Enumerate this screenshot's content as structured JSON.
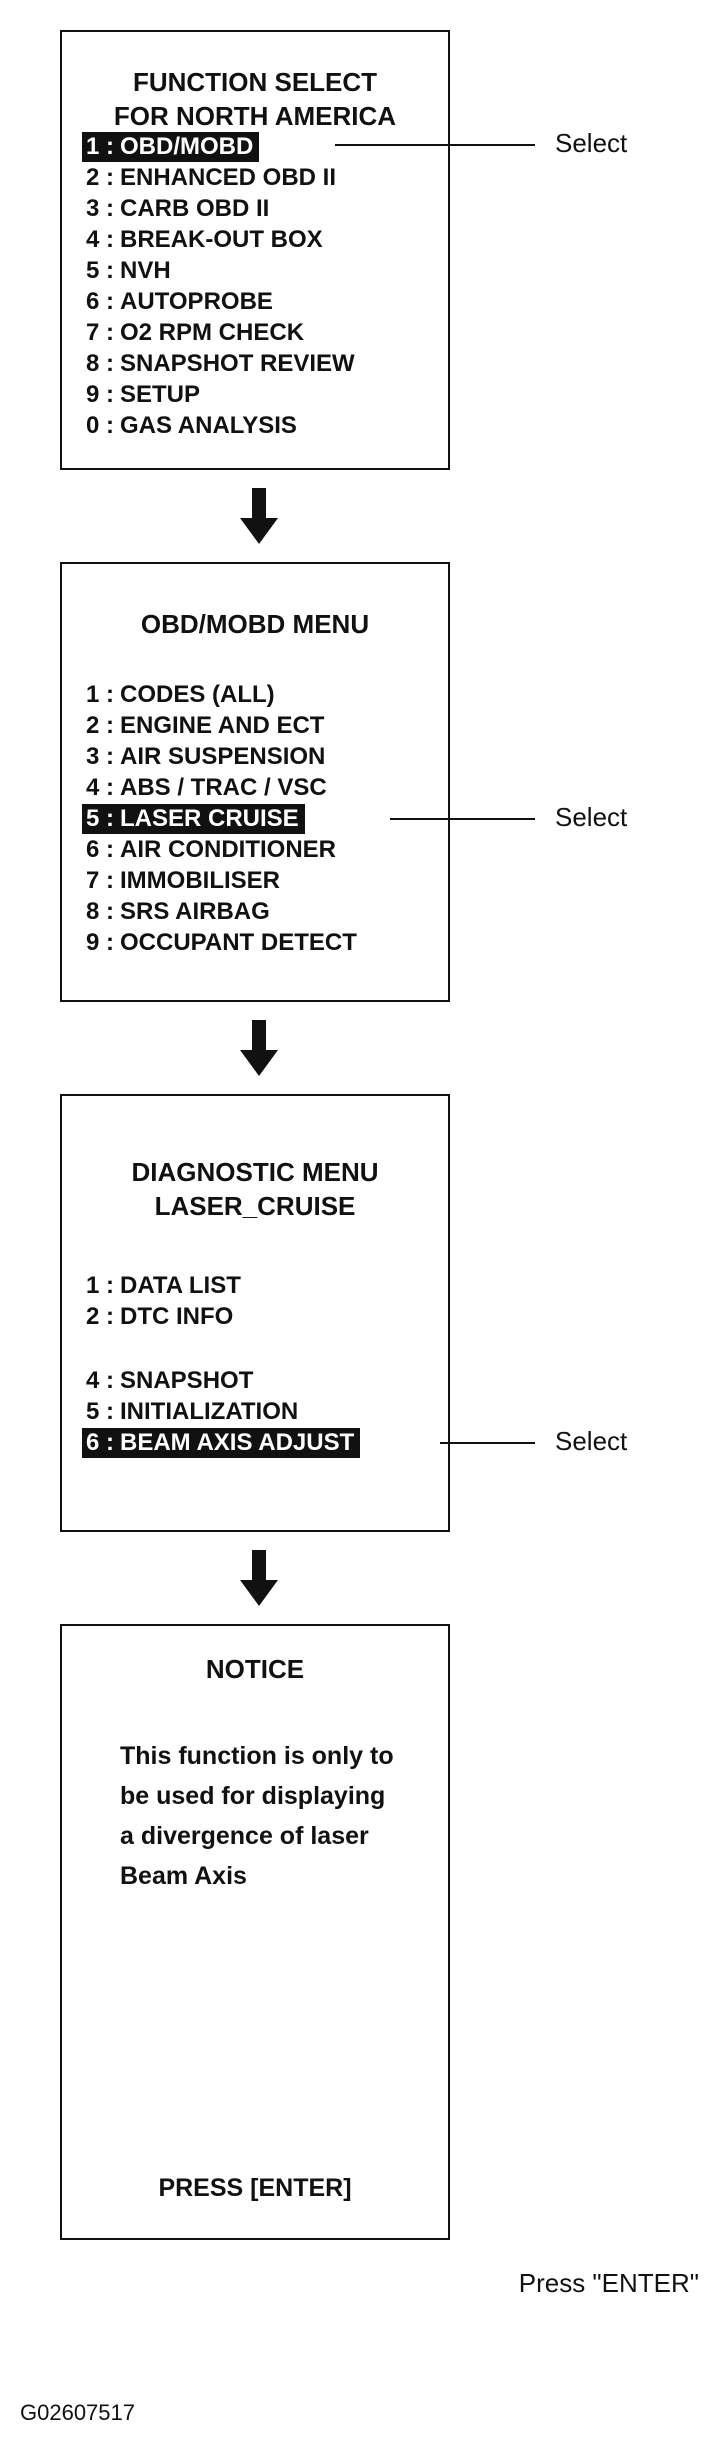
{
  "panel1": {
    "title_lines": [
      "FUNCTION SELECT",
      "FOR NORTH AMERICA"
    ],
    "items": [
      {
        "num": "1 :",
        "label": "OBD/MOBD"
      },
      {
        "num": "2 :",
        "label": "ENHANCED OBD II"
      },
      {
        "num": "3 :",
        "label": "CARB OBD II"
      },
      {
        "num": "4 :",
        "label": "BREAK-OUT BOX"
      },
      {
        "num": "5 :",
        "label": "NVH"
      },
      {
        "num": "6 :",
        "label": "AUTOPROBE"
      },
      {
        "num": "7 :",
        "label": "O2 RPM CHECK"
      },
      {
        "num": "8 :",
        "label": "SNAPSHOT REVIEW"
      },
      {
        "num": "9 :",
        "label": "SETUP"
      },
      {
        "num": "0 :",
        "label": "GAS ANALYSIS"
      }
    ],
    "selected_index": 0,
    "callout": "Select"
  },
  "panel2": {
    "title_lines": [
      "OBD/MOBD MENU"
    ],
    "items": [
      {
        "num": "1 :",
        "label": "CODES (ALL)"
      },
      {
        "num": "2 :",
        "label": "ENGINE AND ECT"
      },
      {
        "num": "3 :",
        "label": "AIR SUSPENSION"
      },
      {
        "num": "4 :",
        "label": "ABS / TRAC / VSC"
      },
      {
        "num": "5 :",
        "label": "LASER CRUISE"
      },
      {
        "num": "6 :",
        "label": "AIR CONDITIONER"
      },
      {
        "num": "7 :",
        "label": "IMMOBILISER"
      },
      {
        "num": "8 :",
        "label": "SRS AIRBAG"
      },
      {
        "num": "9 :",
        "label": "OCCUPANT DETECT"
      }
    ],
    "selected_index": 4,
    "callout": "Select"
  },
  "panel3": {
    "title_lines": [
      "DIAGNOSTIC MENU",
      "LASER_CRUISE"
    ],
    "items": [
      {
        "num": "1 :",
        "label": "DATA LIST"
      },
      {
        "num": "2 :",
        "label": "DTC INFO"
      },
      {
        "num": "4 :",
        "label": "SNAPSHOT"
      },
      {
        "num": "5 :",
        "label": "INITIALIZATION"
      },
      {
        "num": "6 :",
        "label": "BEAM AXIS ADJUST"
      }
    ],
    "selected_index": 4,
    "callout": "Select"
  },
  "panel4": {
    "title": "NOTICE",
    "body": "This function is only to\nbe used for displaying\na divergence of laser\nBeam Axis",
    "footer": "PRESS [ENTER]"
  },
  "press_enter_label": "Press \"ENTER\"",
  "figure_id": "G02607517"
}
